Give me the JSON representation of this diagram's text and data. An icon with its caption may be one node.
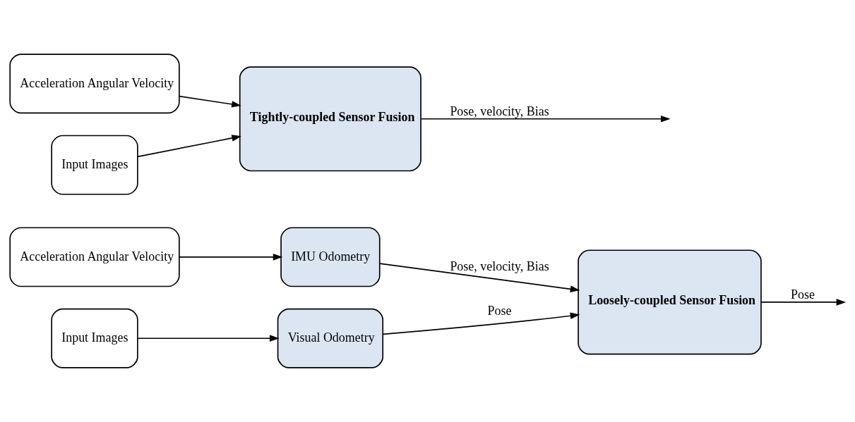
{
  "diagram": {
    "nodes": [
      {
        "text": [
          "Acceleration Angular Velocity"
        ]
      },
      {
        "text": [
          "IMU Odometry"
        ]
      },
      {
        "text": [
          "Input Images"
        ]
      },
      {
        "text": [
          "Visual Odometry"
        ]
      },
      {
        "text": [
          "Loosely-coupled Sensor Fusion"
        ]
      },
      {
        "text": [
          "Acceleration Angular Velocity"
        ]
      },
      {
        "text": [
          "Input Images"
        ]
      },
      {
        "text": [
          "Tightly-coupled Sensor Fusion"
        ]
      }
    ],
    "edges": [
      {
        "from": 0,
        "to": 1,
        "arrow": "to"
      },
      {
        "from": 1,
        "to": 4,
        "arrow": "to",
        "label": "Pose, velocity, Bias"
      },
      {
        "from": 2,
        "to": 3,
        "arrow": "to"
      },
      {
        "from": 3,
        "to": 4,
        "arrow": "to",
        "label": "Pose"
      },
      {
        "from": 4,
        "to": null,
        "arrow": "to",
        "label": "Pose"
      },
      {
        "from": 5,
        "to": 7,
        "arrow": "to"
      },
      {
        "from": 6,
        "to": 7,
        "arrow": "to"
      },
      {
        "from": 7,
        "to": null,
        "arrow": "to",
        "label": "Pose, velocity, Bias"
      }
    ]
  }
}
